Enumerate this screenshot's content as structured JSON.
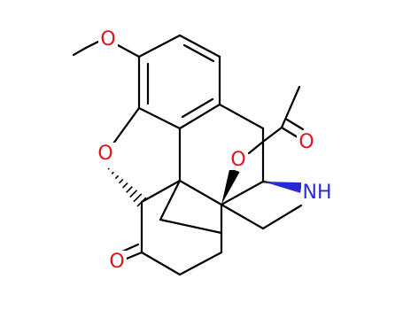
{
  "colors": {
    "background": "#ffffff",
    "bond": "#000000",
    "oxygen": "#e0121e",
    "nitrogen": "#2a2ad4"
  },
  "atom_labels": {
    "methoxy_oxygen": "O",
    "furan_oxygen": "O",
    "ketone_oxygen": "O",
    "acetyl_ester_oxygen": "O",
    "acetyl_carbonyl_oxygen": "O",
    "amine_nitrogen": "NH"
  }
}
